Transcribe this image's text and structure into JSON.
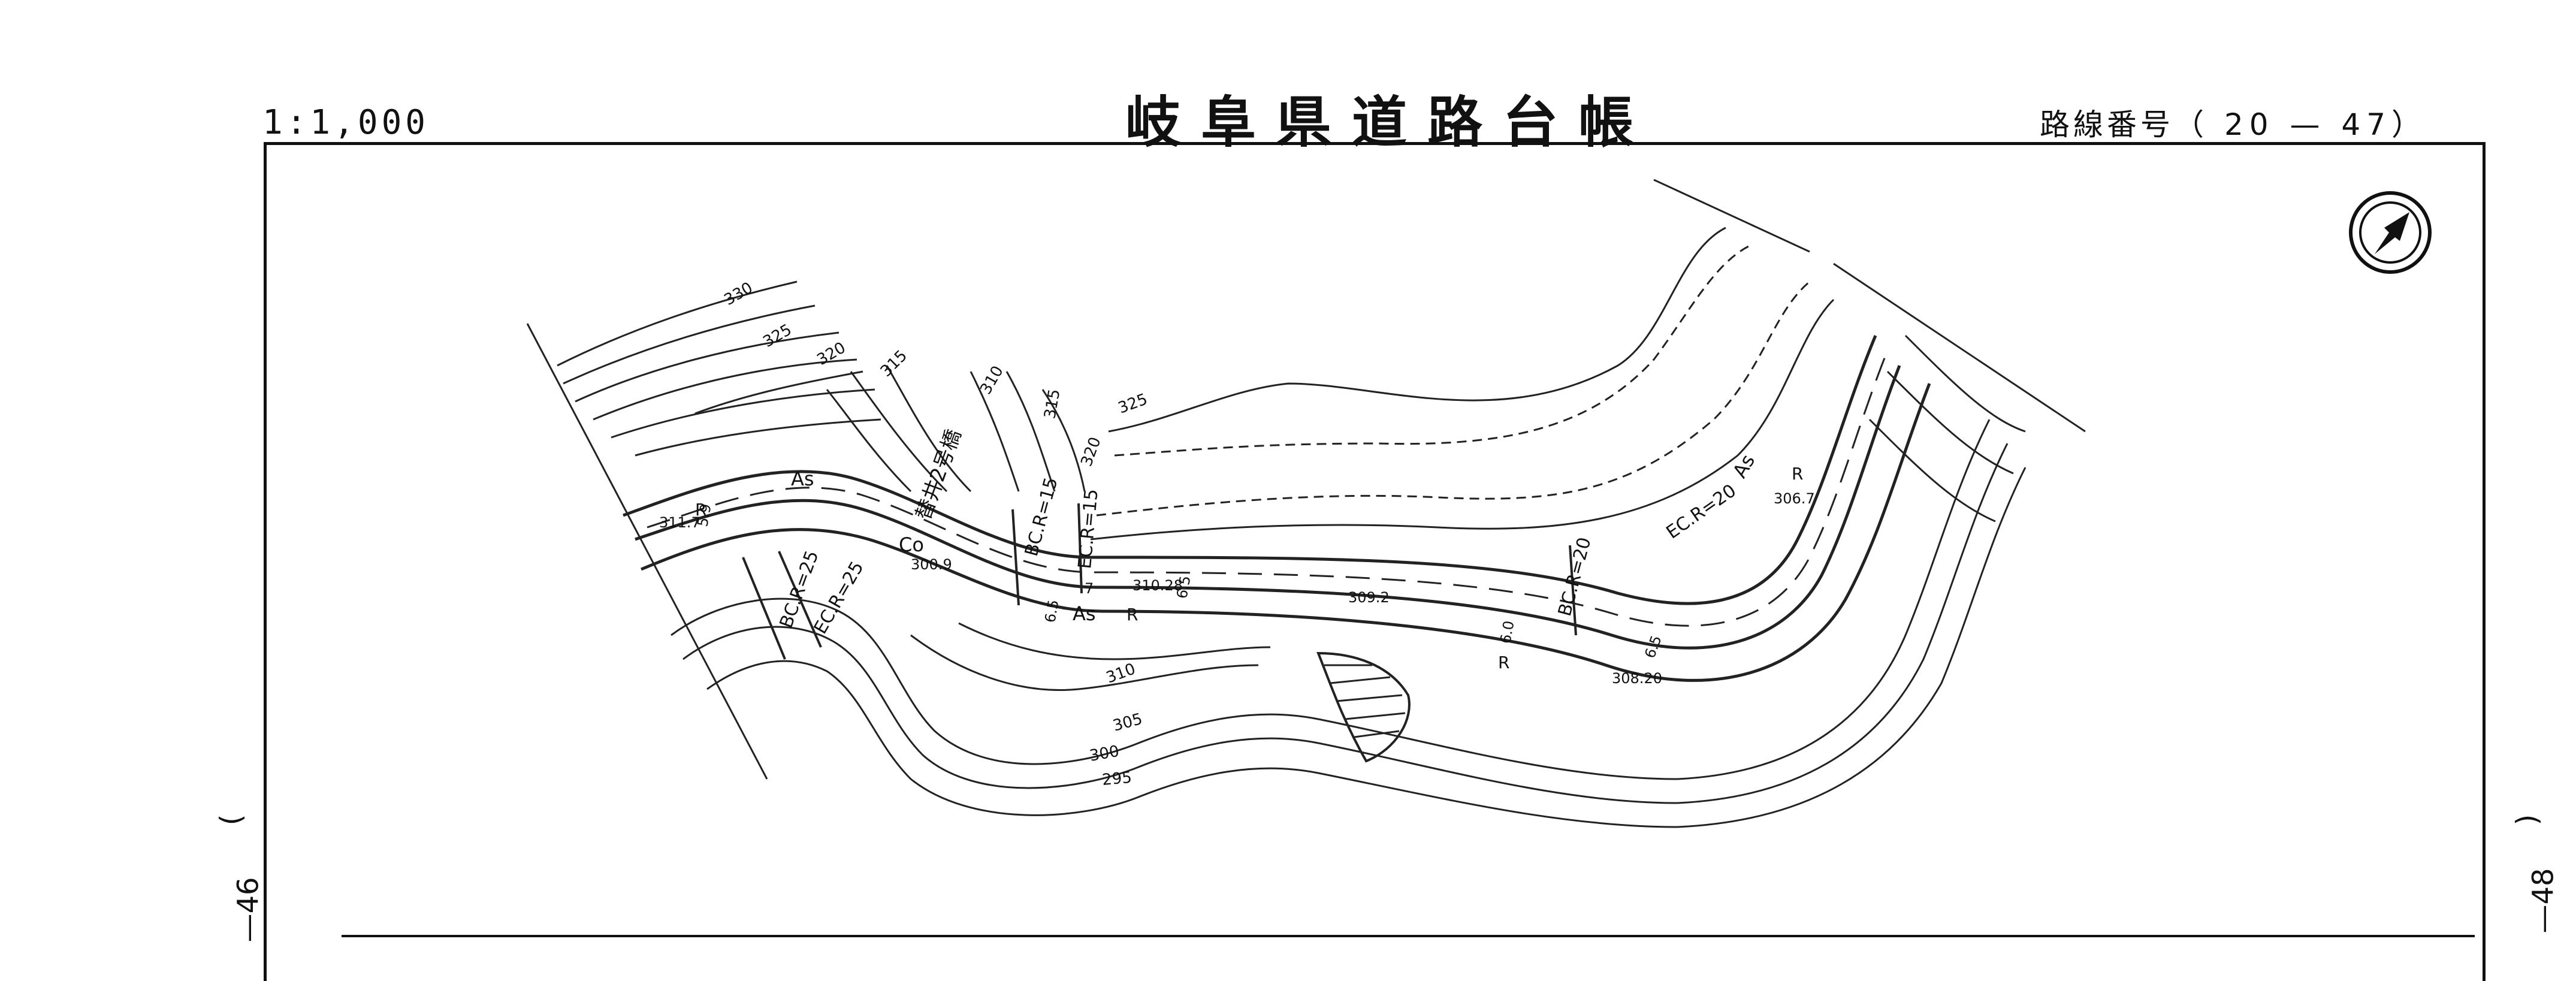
{
  "header": {
    "scale": "1:1,000",
    "title": "岐阜県道路台帳",
    "route_label": "路線番号（",
    "route_number": "20 — 47",
    "route_close": "）"
  },
  "side_marks": {
    "left": "—46",
    "left_paren": "(",
    "right": "—48",
    "right_paren": ")"
  },
  "map_labels": {
    "contours": [
      "330",
      "325",
      "320",
      "315",
      "310",
      "315",
      "320",
      "325",
      "310",
      "305",
      "300",
      "295"
    ],
    "surface_as": [
      "As",
      "As",
      "As"
    ],
    "surface_co": "Co",
    "r_marks": [
      "R",
      "R",
      "R",
      "R"
    ],
    "curves": [
      "BC.R=25",
      "EC.R=25",
      "BC.R=15",
      "EC.R=15",
      "BC.R=20",
      "EC.R=20"
    ],
    "bridge": "替井2号橋",
    "elevations": [
      "311.7",
      "300.9",
      "310.28",
      "309.2",
      "308.20",
      "306.7"
    ],
    "widths": [
      "5.9",
      "6.5",
      "7",
      "6.5",
      "6.0",
      "6.5"
    ]
  },
  "icons": {
    "north_arrow": "north-arrow-icon"
  }
}
